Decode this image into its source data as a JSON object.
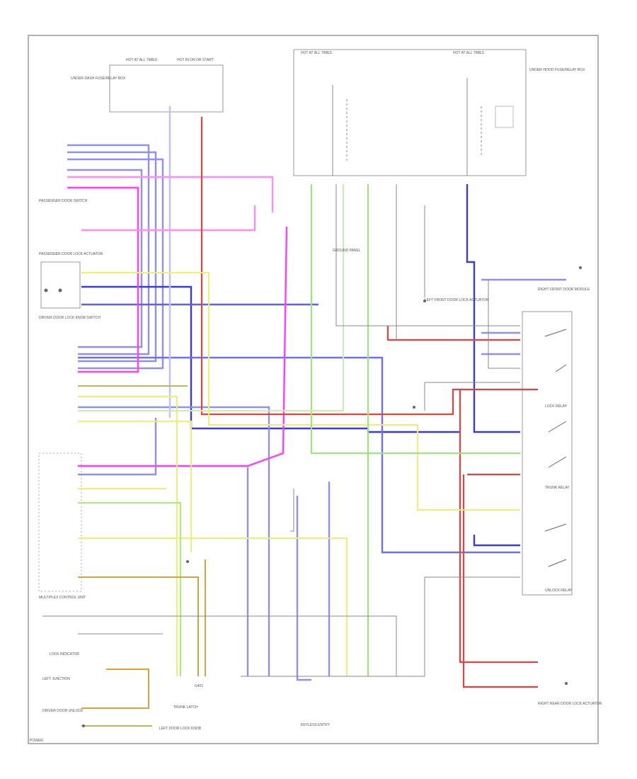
{
  "colors": {
    "frame": "#9a9a9a",
    "blue": "#3a3adf",
    "light_blue": "#8f8ff5",
    "magenta": "#ff3cff",
    "pink": "#ff8cff",
    "red": "#e84040",
    "yellow": "#f0f070",
    "green": "#90ee70",
    "olive": "#b7b76a",
    "orange": "#d9a23a",
    "grey": "#888888"
  },
  "labels": {
    "fuse_box_left_1": "HOT AT ALL TIMES",
    "fuse_box_left_2": "HOT IN ON OR START",
    "under_hood_fuse_1": "HOT AT ALL TIMES",
    "under_hood_fuse_2": "HOT AT ALL TIMES",
    "under_hood_fuse_box": "UNDER-HOOD FUSE/RELAY BOX",
    "under_dash_fuse_box": "UNDER-DASH FUSE/RELAY BOX",
    "passenger_door_switch": "PASSENGER DOOR SWITCH",
    "passenger_lock_actuator": "PASSENGER DOOR LOCK ACTUATOR",
    "driver_door_switch": "DRIVER DOOR LOCK KNOB SWITCH",
    "multi_control_unit": "MULTIPLEX CONTROL UNIT",
    "left_front_actuator": "LEFT FRONT DOOR LOCK ACTUATOR",
    "right_door_module": "RIGHT FRONT DOOR MODULE",
    "rear_lock_relay": "LOCK RELAY",
    "trunk_relay": "TRUNK RELAY",
    "unlock_relay": "UNLOCK RELAY",
    "ground_panel": "GROUND PANEL",
    "lock_indicator": "LOCK INDICATOR",
    "left_junction": "LEFT JUNCTION",
    "trunk_latch": "TRUNK LATCH",
    "right_rear_actuator": "RIGHT REAR DOOR LOCK ACTUATOR",
    "driver_door_unlock": "DRIVER DOOR UNLOCK",
    "left_door_lock_knob": "LEFT DOOR LOCK KNOB",
    "bottom_g401": "G401",
    "bottom_label": "KEYLESS ENTRY",
    "corner_label": "POWER"
  }
}
